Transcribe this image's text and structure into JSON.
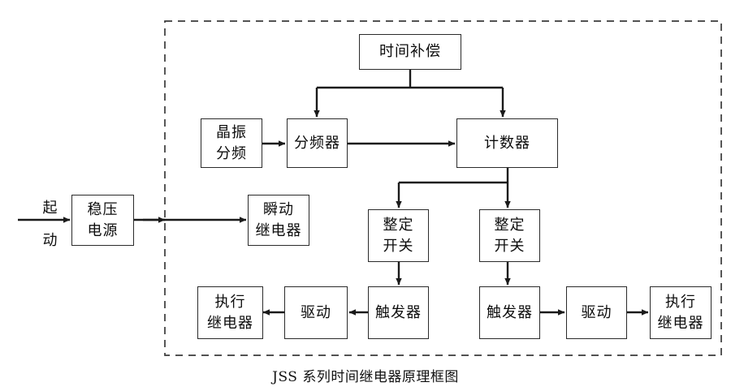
{
  "diagram": {
    "caption": "JSS 系列时间继电器原理框图",
    "border_style": "dashed",
    "border_color": "#3a3a3a",
    "line_color": "#1a1a1a",
    "box_border_color": "#2b2b2b",
    "background": "#ffffff",
    "labels": {
      "start_line1": "起",
      "start_line2": "动"
    },
    "boxes": [
      {
        "id": "voltage-regulator",
        "line1": "稳压",
        "line2": "电源"
      },
      {
        "id": "time-compensation",
        "line1": "时间补偿",
        "line2": ""
      },
      {
        "id": "crystal-divider",
        "line1": "晶振",
        "line2": "分频"
      },
      {
        "id": "frequency-divider",
        "line1": "分频器",
        "line2": ""
      },
      {
        "id": "counter",
        "line1": "计数器",
        "line2": ""
      },
      {
        "id": "instant-relay",
        "line1": "瞬动",
        "line2": "继电器"
      },
      {
        "id": "setting-switch-left",
        "line1": "整定",
        "line2": "开关"
      },
      {
        "id": "setting-switch-right",
        "line1": "整定",
        "line2": "开关"
      },
      {
        "id": "output-relay-left",
        "line1": "执行",
        "line2": "继电器"
      },
      {
        "id": "driver-left",
        "line1": "驱动",
        "line2": ""
      },
      {
        "id": "trigger-left",
        "line1": "触发器",
        "line2": ""
      },
      {
        "id": "trigger-right",
        "line1": "触发器",
        "line2": ""
      },
      {
        "id": "driver-right",
        "line1": "驱动",
        "line2": ""
      },
      {
        "id": "output-relay-right",
        "line1": "执行",
        "line2": "继电器"
      }
    ]
  }
}
